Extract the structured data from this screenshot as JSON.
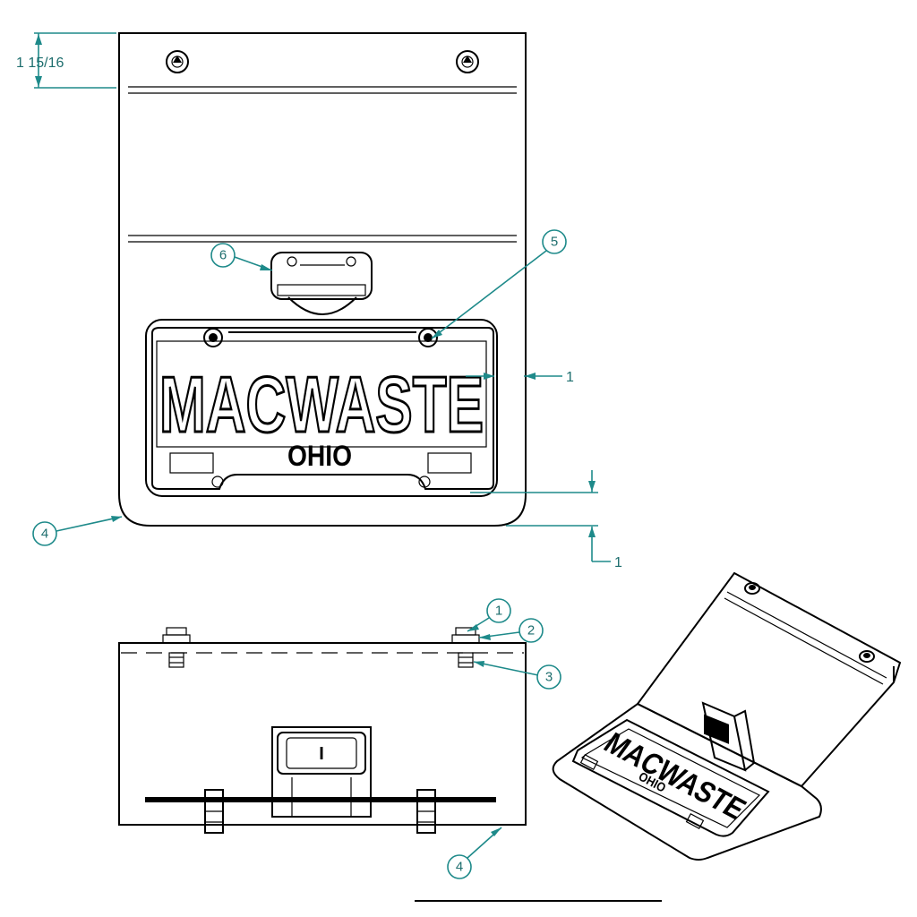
{
  "dimensions": {
    "top_offset": "1 15/16",
    "right_edge": "1",
    "bottom_offset": "1"
  },
  "plate": {
    "main_text": "MACWASTE",
    "sub_text": "OHIO"
  },
  "iso_plate": {
    "main_text": "MACWASTE",
    "sub_text": "OHIO"
  },
  "balloons": {
    "b1": "1",
    "b2": "2",
    "b3": "3",
    "b4_front": "4",
    "b4_bottom": "4",
    "b5": "5",
    "b6": "6"
  },
  "switch_label": "I",
  "colors": {
    "line": "#000000",
    "annotation": "#1e8a8a"
  }
}
